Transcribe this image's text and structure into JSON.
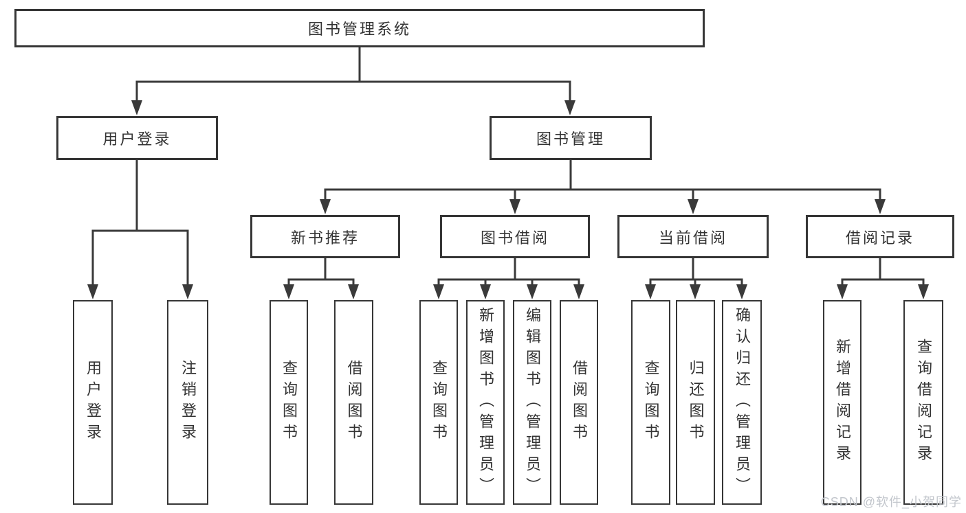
{
  "tree": {
    "label": "图书管理系统",
    "children": [
      {
        "label": "用户登录",
        "children": [
          {
            "label": "用户登录"
          },
          {
            "label": "注销登录"
          }
        ]
      },
      {
        "label": "图书管理",
        "children": [
          {
            "label": "新书推荐",
            "children": [
              {
                "label": "查询图书"
              },
              {
                "label": "借阅图书"
              }
            ]
          },
          {
            "label": "图书借阅",
            "children": [
              {
                "label": "查询图书"
              },
              {
                "label": "新增图书（管理员）"
              },
              {
                "label": "编辑图书（管理员）"
              },
              {
                "label": "借阅图书"
              }
            ]
          },
          {
            "label": "当前借阅",
            "children": [
              {
                "label": "查询图书"
              },
              {
                "label": "归还图书"
              },
              {
                "label": "确认归还（管理员）"
              }
            ]
          },
          {
            "label": "借阅记录",
            "children": [
              {
                "label": "新增借阅记录"
              },
              {
                "label": "查询借阅记录"
              }
            ]
          }
        ]
      }
    ]
  },
  "watermark": {
    "text": "CSDN @软件_小贺同学"
  },
  "colors": {
    "line": "#3a3a3a",
    "border": "#363636",
    "text": "#333333",
    "background": "#ffffff",
    "watermark": "#c2c6cc"
  }
}
